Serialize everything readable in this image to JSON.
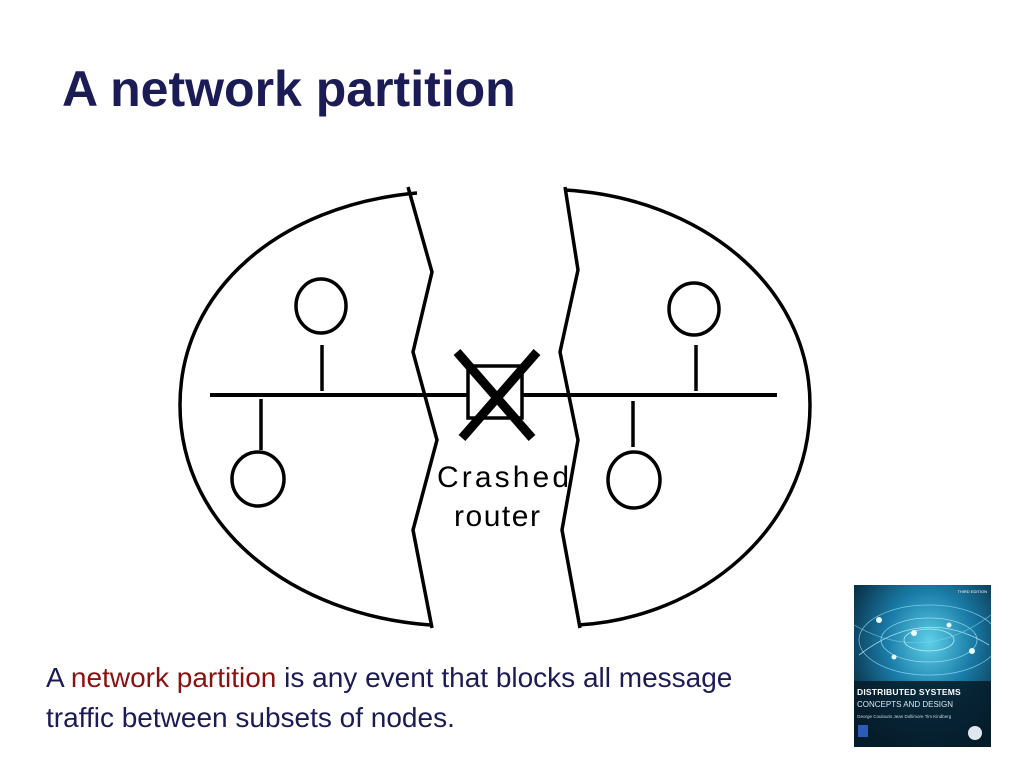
{
  "slide": {
    "title": "A network partition"
  },
  "diagram": {
    "router_label_line1": "Crashed",
    "router_label_line2": "router"
  },
  "caption": {
    "prefix": "A ",
    "highlight": "network partition",
    "suffix": " is any event that blocks all message traffic between subsets of nodes.",
    "text_color": "#1b1b55",
    "highlight_color": "#8b1010"
  },
  "book_cover": {
    "edition": "THIRD EDITION",
    "title": "DISTRIBUTED SYSTEMS",
    "subtitle": "CONCEPTS AND DESIGN",
    "authors": "George Coulouris  Jean Dollimore  Tim Kindberg"
  }
}
